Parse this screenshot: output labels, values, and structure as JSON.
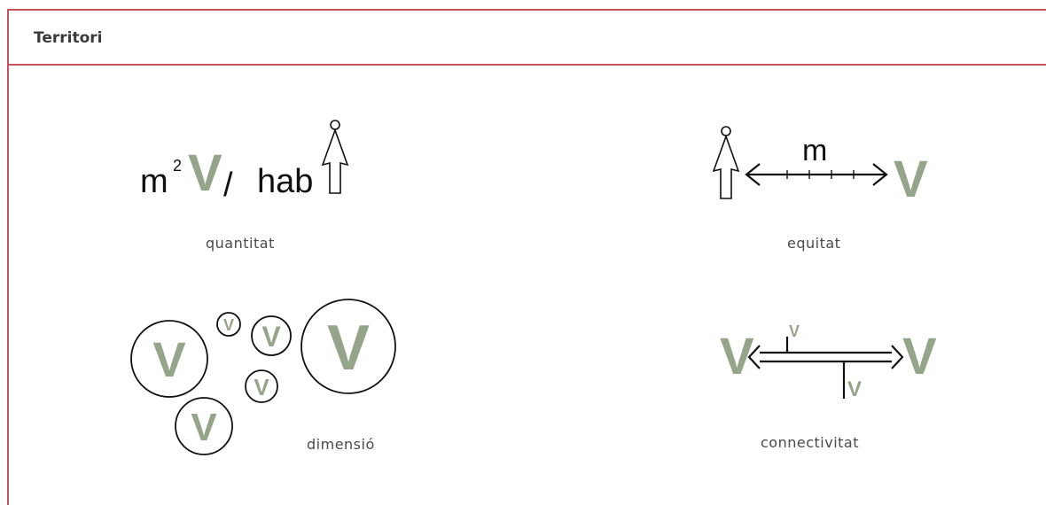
{
  "panel": {
    "title": "Territori"
  },
  "indicators": {
    "quantitat": {
      "caption": "quantitat",
      "formula": {
        "unit": "m",
        "exponent": "2",
        "green_letter": "V",
        "slash": "/",
        "per": "hab"
      }
    },
    "equitat": {
      "caption": "equitat",
      "distance_unit": "m",
      "green_letter": "V"
    },
    "dimensio": {
      "caption": "dimensió",
      "green_letter": "V"
    },
    "connectivitat": {
      "caption": "connectivitat",
      "green_letter": "V"
    }
  },
  "colors": {
    "frame": "#c9505c",
    "green": "#95a58a",
    "ink": "#111111",
    "caption_text": "#4a4a4a"
  },
  "icons": [
    "person-icon",
    "double-arrow-icon",
    "circle-icon"
  ]
}
